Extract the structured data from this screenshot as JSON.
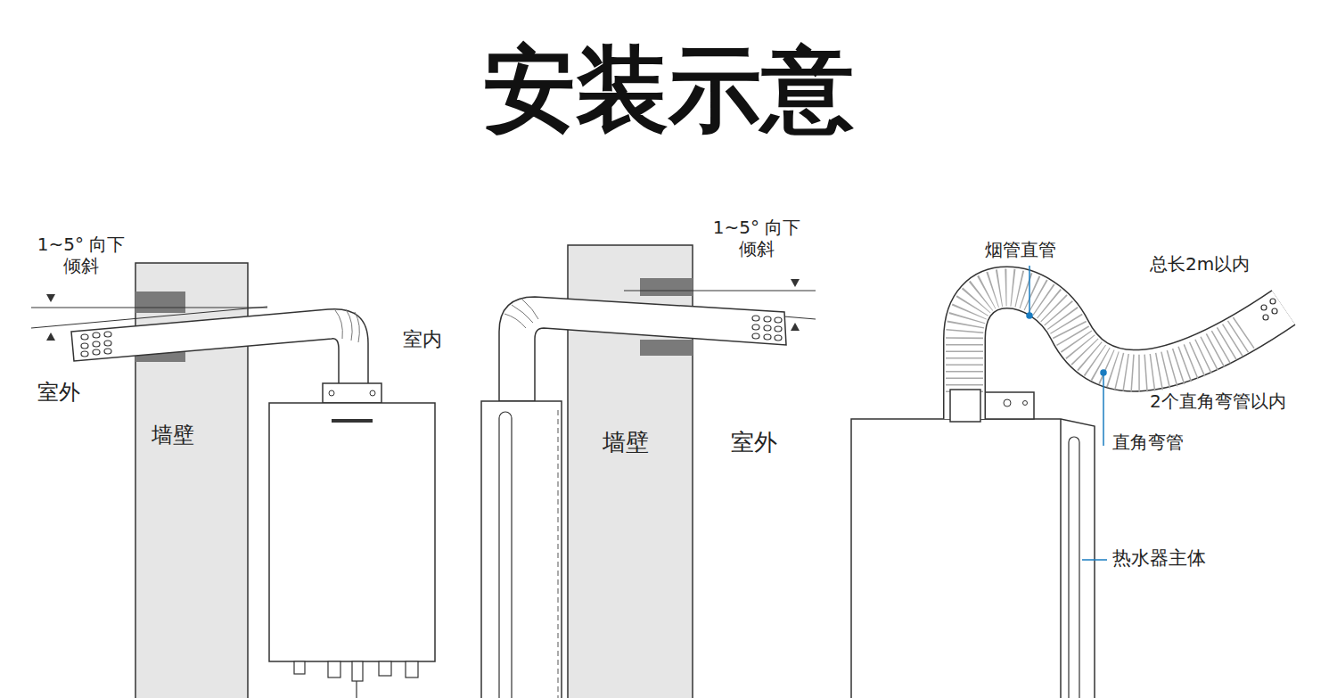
{
  "diagram": {
    "title": "安装示意",
    "labels": [
      "1~5° 向下倾斜",
      "室内",
      "室外",
      "墙壁",
      "1~5° 向下倾斜",
      "墙壁",
      "室外",
      "烟管直管",
      "总长2m以内",
      "2个直角弯管以内",
      "直角弯管",
      "热水器主体"
    ]
  }
}
